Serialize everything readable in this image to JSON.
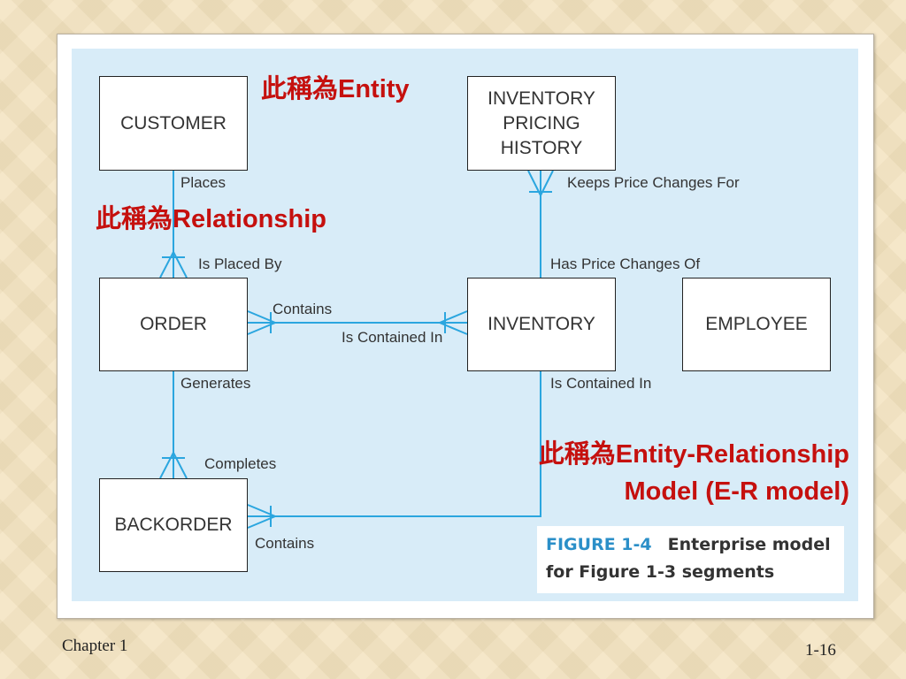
{
  "entities": {
    "customer": "CUSTOMER",
    "inventory_pricing_history": "INVENTORY\nPRICING\nHISTORY",
    "order": "ORDER",
    "inventory": "INVENTORY",
    "employee": "EMPLOYEE",
    "backorder": "BACKORDER"
  },
  "relationships": {
    "places": "Places",
    "is_placed_by": "Is Placed By",
    "keeps_price_changes_for": "Keeps Price Changes For",
    "has_price_changes_of": "Has Price Changes Of",
    "contains_order": "Contains",
    "is_contained_in_order": "Is Contained In",
    "generates": "Generates",
    "is_contained_in_backorder": "Is Contained In",
    "completes": "Completes",
    "contains_backorder": "Contains"
  },
  "annotations": {
    "entity": "此稱為Entity",
    "relationship": "此稱為Relationship",
    "er_model_line1": "此稱為Entity-Relationship",
    "er_model_line2": "Model (E-R model)"
  },
  "caption": {
    "label": "FIGURE 1-4",
    "title_line1": "Enterprise model",
    "title_line2": "for Figure 1-3 segments"
  },
  "footer": {
    "chapter": "Chapter 1",
    "page": "1-16"
  },
  "colors": {
    "background": "#f3e2be",
    "diagram_panel": "#d8ecf8",
    "connector": "#2ba6df",
    "annotation": "#c5100e",
    "figure_label": "#2b8fc8"
  }
}
